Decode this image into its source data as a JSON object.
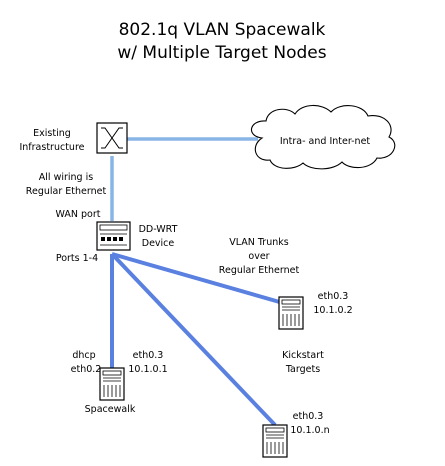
{
  "title": {
    "line1": "802.1q VLAN Spacewalk",
    "line2": "w/ Multiple Target Nodes"
  },
  "nodes": {
    "switch": {
      "icon": "network-switch-icon",
      "label_line1": "Existing",
      "label_line2": "Infrastructure"
    },
    "cloud": {
      "icon": "cloud-icon",
      "label": "Intra- and Inter-net"
    },
    "router": {
      "icon": "router-icon",
      "label_line1": "DD-WRT",
      "label_line2": "Device",
      "wan_port_label": "WAN port",
      "ports_label": "Ports 1-4"
    },
    "server_a": {
      "icon": "server-icon",
      "iface": "eth0.3",
      "ip": "10.1.0.2"
    },
    "spacewalk": {
      "icon": "server-icon",
      "dhcp_label": "dhcp",
      "dhcp_iface": "eth0.2",
      "iface": "eth0.3",
      "ip": "10.1.0.1",
      "name": "Spacewalk"
    },
    "server_n": {
      "icon": "server-icon",
      "iface": "eth0.3",
      "ip": "10.1.0.n"
    }
  },
  "annotations": {
    "wiring_line1": "All wiring is",
    "wiring_line2": "Regular Ethernet",
    "trunks_line1": "VLAN Trunks",
    "trunks_line2": "over",
    "trunks_line3": "Regular Ethernet",
    "targets_line1": "Kickstart",
    "targets_line2": "Targets"
  },
  "colors": {
    "ethernet_link": "#88b5e5",
    "vlan_trunk": "#5a80e0"
  }
}
